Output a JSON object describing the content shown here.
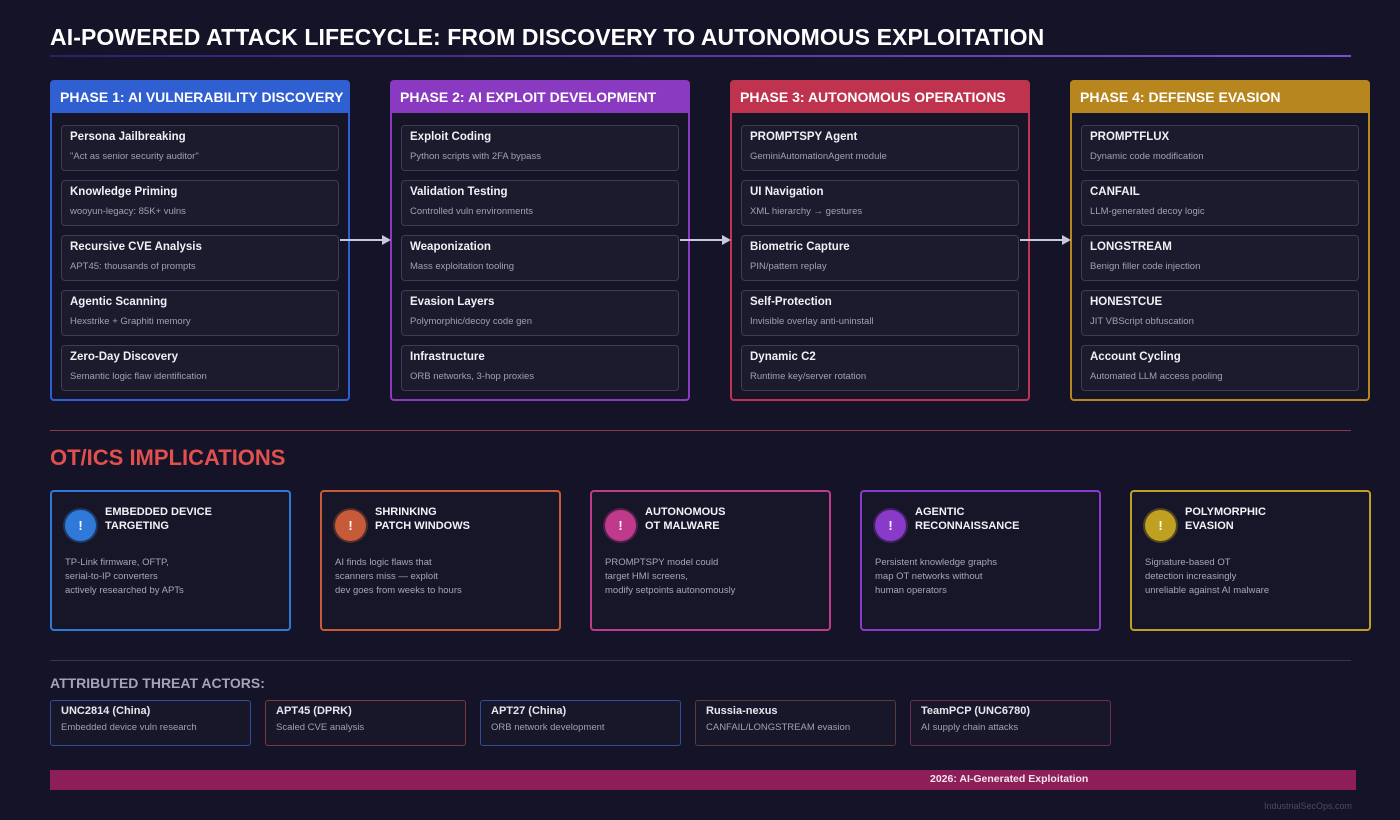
{
  "title": "AI-POWERED ATTACK LIFECYCLE: FROM DISCOVERY TO AUTONOMOUS EXPLOITATION",
  "phases": [
    {
      "title": "PHASE 1: AI VULNERABILITY DISCOVERY",
      "color": "#2f5fd0",
      "items": [
        {
          "title": "Persona Jailbreaking",
          "desc": "\"Act as senior security auditor\""
        },
        {
          "title": "Knowledge Priming",
          "desc": "wooyun-legacy: 85K+ vulns"
        },
        {
          "title": "Recursive CVE Analysis",
          "desc": "APT45: thousands of prompts"
        },
        {
          "title": "Agentic Scanning",
          "desc": "Hexstrike + Graphiti memory"
        },
        {
          "title": "Zero-Day Discovery",
          "desc": "Semantic logic flaw identification"
        }
      ]
    },
    {
      "title": "PHASE 2: AI EXPLOIT DEVELOPMENT",
      "color": "#8a3ac0",
      "items": [
        {
          "title": "Exploit Coding",
          "desc": "Python scripts with 2FA bypass"
        },
        {
          "title": "Validation Testing",
          "desc": "Controlled vuln environments"
        },
        {
          "title": "Weaponization",
          "desc": "Mass exploitation tooling"
        },
        {
          "title": "Evasion Layers",
          "desc": "Polymorphic/decoy code gen"
        },
        {
          "title": "Infrastructure",
          "desc": "ORB networks, 3-hop proxies"
        }
      ]
    },
    {
      "title": "PHASE 3: AUTONOMOUS OPERATIONS",
      "color": "#c0334f",
      "items": [
        {
          "title": "PROMPTSPY Agent",
          "desc": "GeminiAutomationAgent module"
        },
        {
          "title": "UI Navigation",
          "desc": "XML hierarchy → gestures"
        },
        {
          "title": "Biometric Capture",
          "desc": "PIN/pattern replay"
        },
        {
          "title": "Self-Protection",
          "desc": "Invisible overlay anti-uninstall"
        },
        {
          "title": "Dynamic C2",
          "desc": "Runtime key/server rotation"
        }
      ]
    },
    {
      "title": "PHASE 4: DEFENSE EVASION",
      "color": "#b8861f",
      "items": [
        {
          "title": "PROMPTFLUX",
          "desc": "Dynamic code modification"
        },
        {
          "title": "CANFAIL",
          "desc": "LLM-generated decoy logic"
        },
        {
          "title": "LONGSTREAM",
          "desc": "Benign filler code injection"
        },
        {
          "title": "HONESTCUE",
          "desc": "JIT VBScript obfuscation"
        },
        {
          "title": "Account Cycling",
          "desc": "Automated LLM access pooling"
        }
      ]
    }
  ],
  "ot_section": {
    "title": "OT/ICS IMPLICATIONS",
    "badge_symbol": "!",
    "cards": [
      {
        "line1": "EMBEDDED DEVICE",
        "line2": "TARGETING",
        "color": "#2f7ad8",
        "text": [
          "TP-Link firmware, OFTP,",
          "serial-to-IP converters",
          "actively researched by APTs"
        ]
      },
      {
        "line1": "SHRINKING",
        "line2": "PATCH WINDOWS",
        "color": "#c75a38",
        "text": [
          "AI finds logic flaws that",
          "scanners miss — exploit",
          "dev goes from weeks to hours"
        ]
      },
      {
        "line1": "AUTONOMOUS",
        "line2": "OT MALWARE",
        "color": "#c03a8c",
        "text": [
          "PROMPTSPY model could",
          "target HMI screens,",
          "modify setpoints autonomously"
        ]
      },
      {
        "line1": "AGENTIC",
        "line2": "RECONNAISSANCE",
        "color": "#8a3ac8",
        "text": [
          "Persistent knowledge graphs",
          "map OT networks without",
          "human operators"
        ]
      },
      {
        "line1": "POLYMORPHIC",
        "line2": "EVASION",
        "color": "#c0a020",
        "text": [
          "Signature-based OT",
          "detection increasingly",
          "unreliable against AI malware"
        ]
      }
    ]
  },
  "actors": {
    "title": "ATTRIBUTED THREAT ACTORS:",
    "items": [
      {
        "name": "UNC2814 (China)",
        "desc": "Embedded device vuln research",
        "color": "#2d4f9a"
      },
      {
        "name": "APT45 (DPRK)",
        "desc": "Scaled CVE analysis",
        "color": "#7a3a3a"
      },
      {
        "name": "APT27 (China)",
        "desc": "ORB network development",
        "color": "#2d4f9a"
      },
      {
        "name": "Russia-nexus",
        "desc": "CANFAIL/LONGSTREAM evasion",
        "color": "#5a3a3a"
      },
      {
        "name": "TeamPCP (UNC6780)",
        "desc": "AI supply chain attacks",
        "color": "#6a2f4a"
      }
    ]
  },
  "banner": "2026: AI-Generated Exploitation",
  "footer": "IndustrialSecOps.com"
}
